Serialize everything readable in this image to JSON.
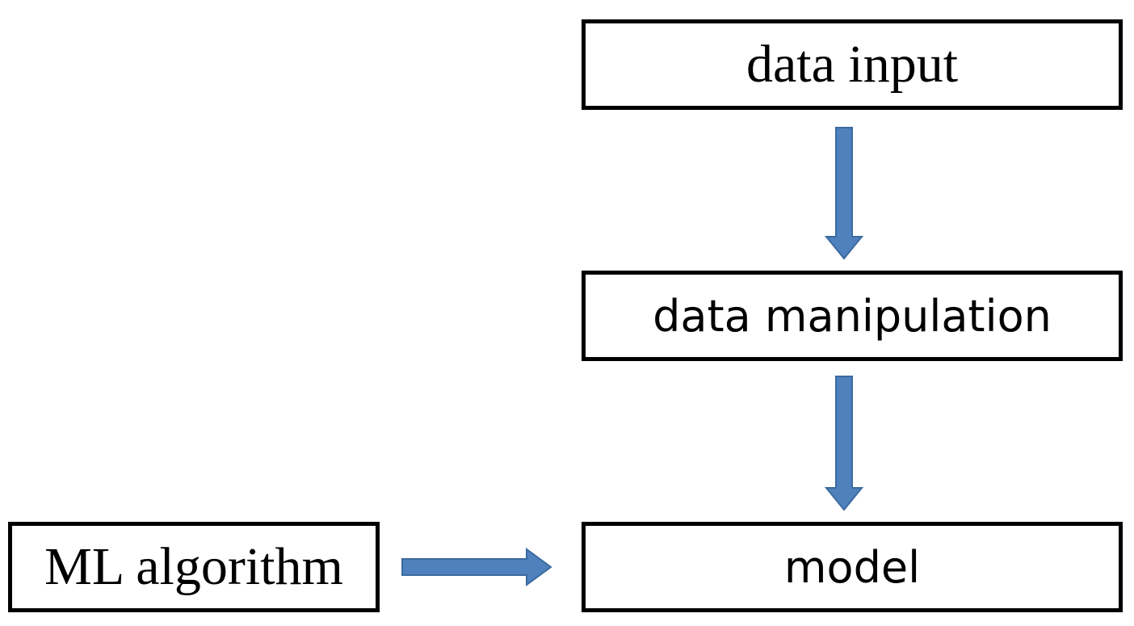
{
  "diagram": {
    "nodes": {
      "data_input": "data input",
      "data_manipulation": "data manipulation",
      "model": "model",
      "ml_algorithm": "ML algorithm"
    },
    "edges": [
      {
        "from": "data input",
        "to": "data manipulation"
      },
      {
        "from": "data manipulation",
        "to": "model"
      },
      {
        "from": "ML algorithm",
        "to": "model"
      }
    ],
    "arrow_color": "#4f81bd",
    "arrow_outline": "#3c6a9f",
    "box_border_color": "#000000"
  }
}
